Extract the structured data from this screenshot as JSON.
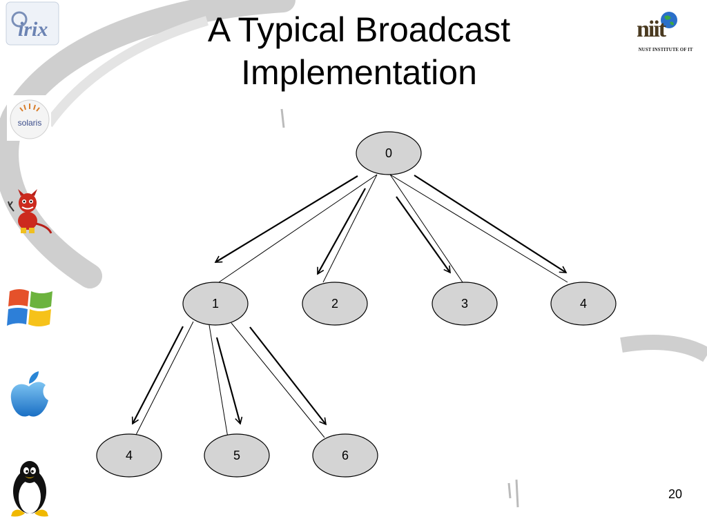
{
  "slide": {
    "title_line1": "A Typical Broadcast",
    "title_line2": "Implementation",
    "page_number": "20"
  },
  "logos": {
    "irix": "irix",
    "solaris": "solaris",
    "nit_mark": "niit",
    "nit_caption": "NUST INSTITUTE OF IT"
  },
  "icons": [
    "irix-logo-icon",
    "solaris-logo-icon",
    "bsd-daemon-icon",
    "windows-logo-icon",
    "apple-logo-icon",
    "linux-tux-icon"
  ],
  "diagram": {
    "nodes": [
      {
        "id": "root",
        "label": "0"
      },
      {
        "id": "n1",
        "label": "1"
      },
      {
        "id": "n2",
        "label": "2"
      },
      {
        "id": "n3",
        "label": "3"
      },
      {
        "id": "n4a",
        "label": "4"
      },
      {
        "id": "n4b",
        "label": "4"
      },
      {
        "id": "n5",
        "label": "5"
      },
      {
        "id": "n6",
        "label": "6"
      }
    ]
  },
  "colors": {
    "node_fill": "#d4d4d4",
    "swoosh": "#c8c8c8",
    "line": "#000000"
  }
}
